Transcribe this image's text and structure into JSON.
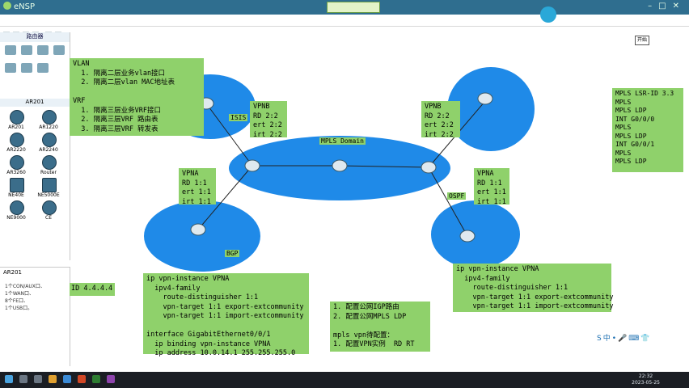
{
  "app": {
    "title": "eNSP"
  },
  "left_panel": {
    "title": "路由器",
    "section": "AR201",
    "devices": [
      "AR201",
      "AR1220",
      "AR2220",
      "AR2240",
      "AR3260",
      "Router",
      "NE40E",
      "NE5000E",
      "NE9000",
      "CE"
    ]
  },
  "info_panel": {
    "title": "AR201",
    "lines": [
      "1个CON/AUX口、",
      "1个WAN口、",
      "8个FE口、",
      "1个USB口。"
    ]
  },
  "start_label": "开始",
  "vlan_vrf_box": "VLAN\n  1. 隔离二层业务vlan接口\n  2. 隔离二层vlan MAC地址表\n\nVRF\n  1. 隔离三层业务VRF接口\n  2. 隔离三层VRF 路由表\n  3. 隔离三层VRF 转发表",
  "vpnb_left": "VPNB\nRD 2:2\nert 2:2\nirt 2:2",
  "vpnb_right": "VPNB\nRD 2:2\nert 2:2\nirt 2:2",
  "vpna_left": "VPNA\nRD 1:1\nert 1:1\nirt 1:1",
  "vpna_right": "VPNA\nRD 1:1\nert 1:1\nirt 1:1",
  "mpls_cmds": "MPLS LSR-ID 3.3\nMPLS\nMPLS LDP\nINT G0/0/0\nMPLS\nMPLS LDP\nINT G0/0/1\nMPLS\nMPLS LDP",
  "labels": {
    "isis": "ISIS",
    "mpls_domain": "MPLS Domain",
    "bgp": "BGP",
    "ospf": "OSPF"
  },
  "vpn_instance_left": "ip vpn-instance VPNA\n  ipv4-family\n    route-distinguisher 1:1\n    vpn-target 1:1 export-extcommunity\n    vpn-target 1:1 import-extcommunity\n\ninterface GigabitEthernet0/0/1\n  ip binding vpn-instance VPNA\n  ip address 10.0.14.1 255.255.255.0",
  "vpn_instance_right": "ip vpn-instance VPNA\n  ipv4-family\n    route-distinguisher 1:1\n    vpn-target 1:1 export-extcommunity\n    vpn-target 1:1 import-extcommunity",
  "config_steps": "1. 配置公网IGP路由\n2. 配置公网MPLS LDP\n\nmpls vpn待配置：\n1. 配置VPN实例  RD RT",
  "router_id_fragment": "ID 4.4.4.4",
  "clock": {
    "time": "22:32",
    "date": "2023-05-25"
  },
  "colors": {
    "bubble": "#1f8ae8",
    "green_box": "#8fd16b",
    "titlebar": "#2f6e8f",
    "taskbar": "#1b1e24"
  }
}
